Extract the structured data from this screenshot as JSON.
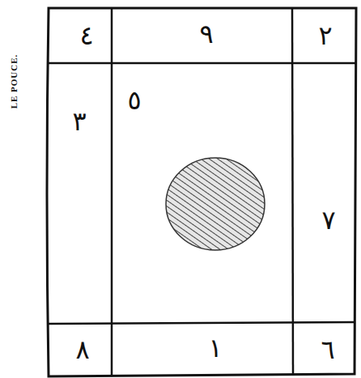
{
  "diagram": {
    "labels": [
      "LE POUCE.",
      "٤",
      "٩",
      "٢",
      "٣",
      "٥",
      "٧",
      "٨",
      "١",
      "٦"
    ]
  }
}
